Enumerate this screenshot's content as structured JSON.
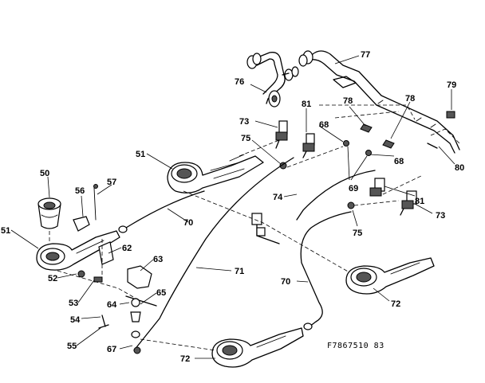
{
  "figure": {
    "code": "F7867510 83"
  },
  "callouts": {
    "c50": "50",
    "c51a": "51",
    "c51b": "51",
    "c52": "52",
    "c53": "53",
    "c54": "54",
    "c55": "55",
    "c56": "56",
    "c57": "57",
    "c62": "62",
    "c63": "63",
    "c64": "64",
    "c65": "65",
    "c67": "67",
    "c68a": "68",
    "c68b": "68",
    "c69": "69",
    "c70a": "70",
    "c70b": "70",
    "c71": "71",
    "c72a": "72",
    "c72b": "72",
    "c73a": "73",
    "c73b": "73",
    "c74": "74",
    "c75a": "75",
    "c75b": "75",
    "c76": "76",
    "c77": "77",
    "c78a": "78",
    "c78b": "78",
    "c79": "79",
    "c80": "80",
    "c81a": "81",
    "c81b": "81"
  }
}
